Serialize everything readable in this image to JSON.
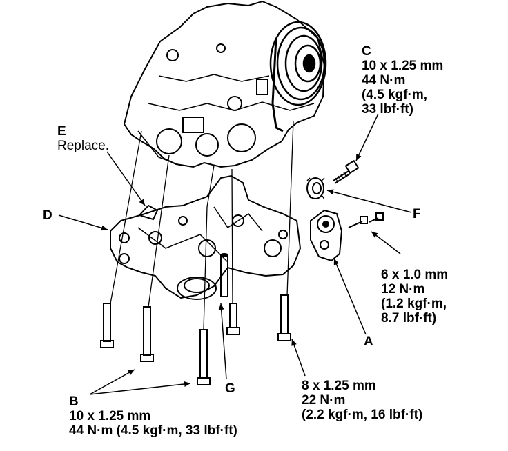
{
  "callouts": {
    "C": {
      "letter": "C",
      "lines": [
        "10 x 1.25 mm",
        "44 N·m",
        "(4.5 kgf·m,",
        "33 lbf·ft)"
      ]
    },
    "E": {
      "letter": "E",
      "note": "Replace."
    },
    "D": {
      "letter": "D"
    },
    "F": {
      "letter": "F"
    },
    "A6": {
      "lines": [
        "6 x 1.0 mm",
        "12 N·m",
        "(1.2 kgf·m,",
        "8.7 lbf·ft)"
      ]
    },
    "A": {
      "letter": "A"
    },
    "B": {
      "letter": "B",
      "lines": [
        "10 x 1.25 mm",
        "44 N·m (4.5 kgf·m, 33 lbf·ft)"
      ]
    },
    "G": {
      "letter": "G"
    },
    "B8": {
      "lines": [
        "8 x 1.25 mm",
        "22 N·m",
        "(2.2 kgf·m, 16 lbf·ft)"
      ]
    }
  }
}
